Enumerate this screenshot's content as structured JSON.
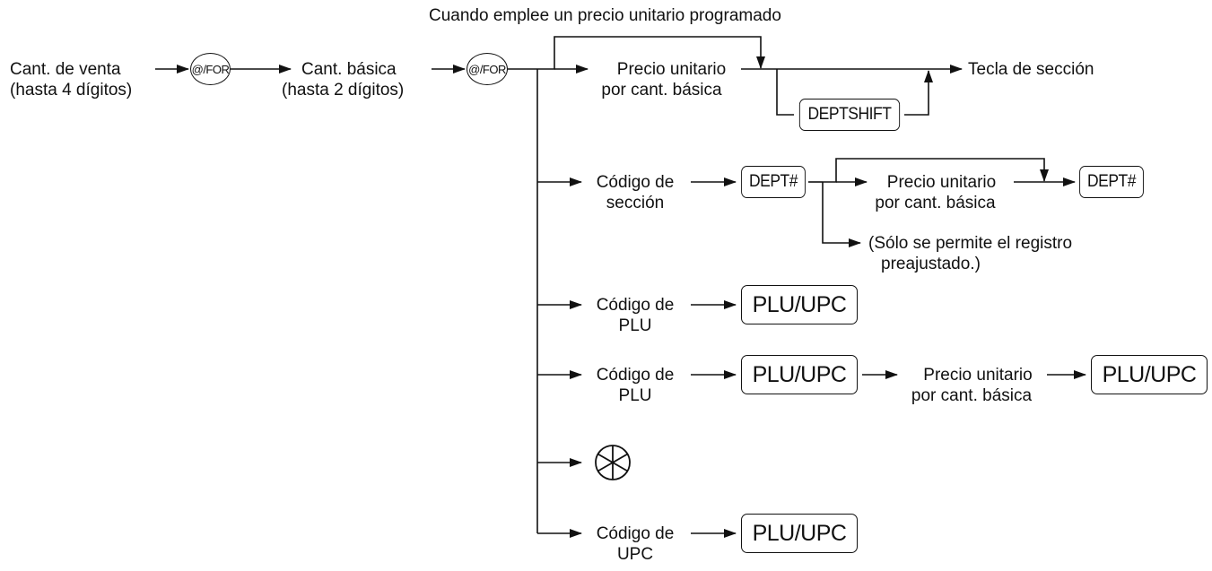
{
  "header": {
    "note": "Cuando emplee un precio unitario programado"
  },
  "steps": {
    "sales_qty": [
      "Cant. de venta",
      "(hasta 4 dígitos)"
    ],
    "base_qty": [
      "Cant. básica",
      "(hasta 2 dígitos)"
    ],
    "unit_price_base": [
      "Precio unitario",
      "por cant. básica"
    ],
    "dept_key_label": "Tecla de sección",
    "dept_code": [
      "Código de",
      "sección"
    ],
    "dept_unit_price": [
      "Precio unitario",
      "por cant. básica"
    ],
    "preset_only": [
      "(Sólo se permite el registro",
      "preajustado.)"
    ],
    "plu_code_1": [
      "Código de",
      "PLU"
    ],
    "plu_code_2": [
      "Código de",
      "PLU"
    ],
    "plu_unit_price": [
      "Precio unitario",
      "por cant. básica"
    ],
    "upc_code": [
      "Código de",
      "UPC"
    ]
  },
  "keys": {
    "at_for": "@/FOR",
    "deptshift": "DEPTSHIFT",
    "dept_num": "DEPT#",
    "plu_upc": "PLU/UPC"
  },
  "icons": {
    "scan": "scanner-symbol-icon"
  }
}
